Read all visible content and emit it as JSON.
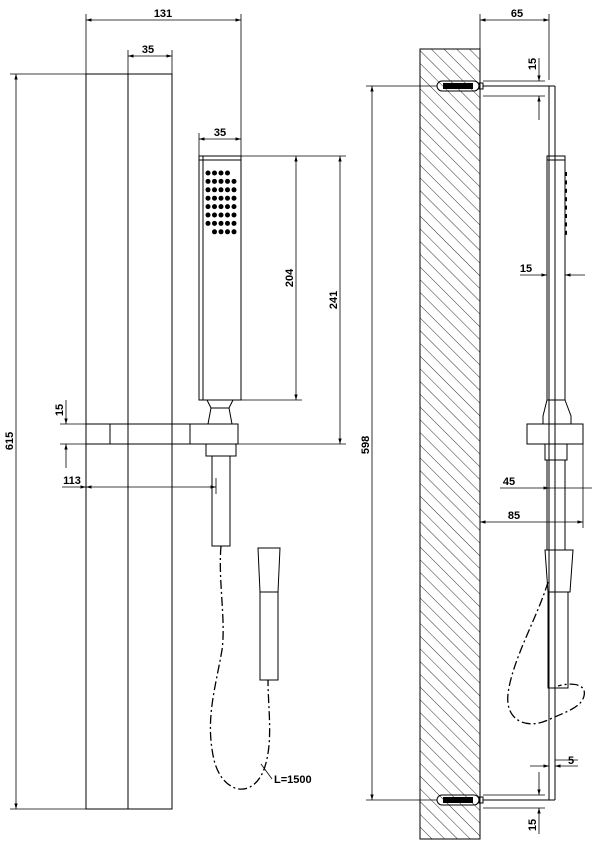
{
  "front_view": {
    "dimensions": {
      "total_width": "131",
      "rail_width": "35",
      "handshower_width": "35",
      "handshower_length": "204",
      "handshower_total": "241",
      "slider_height": "15",
      "rail_height": "615",
      "outlet_offset": "113"
    },
    "hose_label": "L=1500"
  },
  "side_view": {
    "dimensions": {
      "projection": "65",
      "bracket_top": "15",
      "fixing_centres": "598",
      "handshower_depth": "15",
      "rail_offset": "45",
      "holder_projection": "85",
      "hose_offset": "5",
      "bracket_bottom": "15"
    }
  },
  "colors": {
    "line": "#000000",
    "background": "#ffffff"
  }
}
